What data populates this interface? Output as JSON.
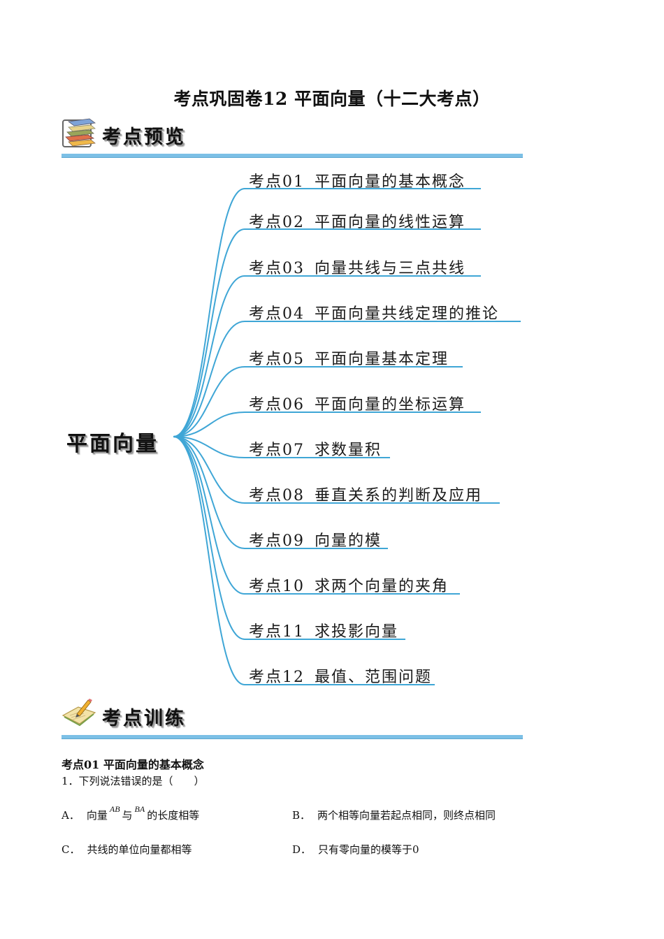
{
  "document": {
    "title": "考点巩固卷12 平面向量（十二大考点）"
  },
  "sections": {
    "overview": {
      "label": "考点预览",
      "icon": "books-icon"
    },
    "training": {
      "label": "考点训练",
      "icon": "pencil-book-icon"
    }
  },
  "mindmap": {
    "root": "平面向量",
    "line_color": "#3fa6d6",
    "branches": [
      {
        "code": "考点01",
        "label": "平面向量的基本概念"
      },
      {
        "code": "考点02",
        "label": "平面向量的线性运算"
      },
      {
        "code": "考点03",
        "label": "向量共线与三点共线"
      },
      {
        "code": "考点04",
        "label": "平面向量共线定理的推论"
      },
      {
        "code": "考点05",
        "label": "平面向量基本定理"
      },
      {
        "code": "考点06",
        "label": "平面向量的坐标运算"
      },
      {
        "code": "考点07",
        "label": "求数量积"
      },
      {
        "code": "考点08",
        "label": "垂直关系的判断及应用"
      },
      {
        "code": "考点09",
        "label": "向量的模"
      },
      {
        "code": "考点10",
        "label": "求两个向量的夹角"
      },
      {
        "code": "考点11",
        "label": "求投影向量"
      },
      {
        "code": "考点12",
        "label": "最值、范围问题"
      }
    ]
  },
  "training": {
    "subsection_title": "考点01 平面向量的基本概念",
    "question": {
      "number": "1．",
      "text": "下列说法错误的是（　　）",
      "options": {
        "A": {
          "letter": "A．",
          "pre": "向量",
          "vec1": "AB",
          "mid": "与",
          "vec2": "BA",
          "post": "的长度相等"
        },
        "B": {
          "letter": "B．",
          "text": "两个相等向量若起点相同，则终点相同"
        },
        "C": {
          "letter": "C．",
          "text": "共线的单位向量都相等"
        },
        "D": {
          "letter": "D．",
          "text": "只有零向量的模等于0"
        }
      }
    }
  }
}
